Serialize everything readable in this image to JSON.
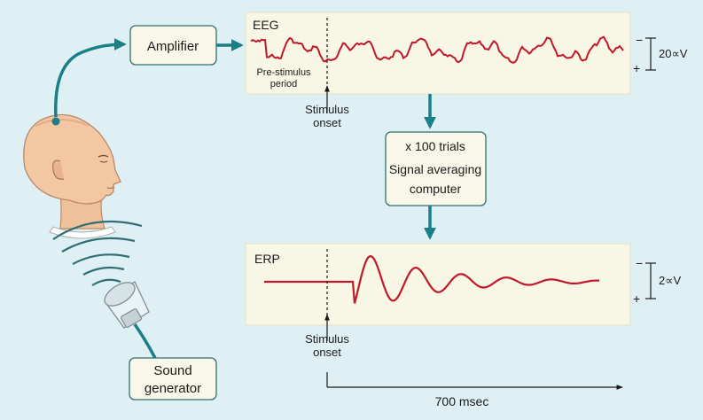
{
  "amplifier": {
    "label": "Amplifier"
  },
  "eeg_panel": {
    "title": "EEG",
    "pre_stimulus_label": [
      "Pre-stimulus",
      "period"
    ],
    "scale_minus": "−",
    "scale_plus": "+",
    "scale_value": "20∝V"
  },
  "eeg_stimulus_label": [
    "Stimulus",
    "onset"
  ],
  "averaging_box": {
    "lines": [
      "x 100 trials",
      "Signal averaging",
      "computer"
    ]
  },
  "erp_panel": {
    "title": "ERP",
    "scale_minus": "−",
    "scale_plus": "+",
    "scale_value": "2∝V"
  },
  "erp_stimulus_label": [
    "Stimulus",
    "onset"
  ],
  "time_axis": {
    "label": "700 msec"
  },
  "sound_generator": {
    "lines": [
      "Sound",
      "generator"
    ]
  },
  "colors": {
    "background": "#dff0f4",
    "panel_fill": "#f8f6e4",
    "signal_red": "#c0182c",
    "teal_arrow": "#1a7f86",
    "box_fill": "#f8f7e9",
    "box_stroke": "#2f6f74"
  }
}
